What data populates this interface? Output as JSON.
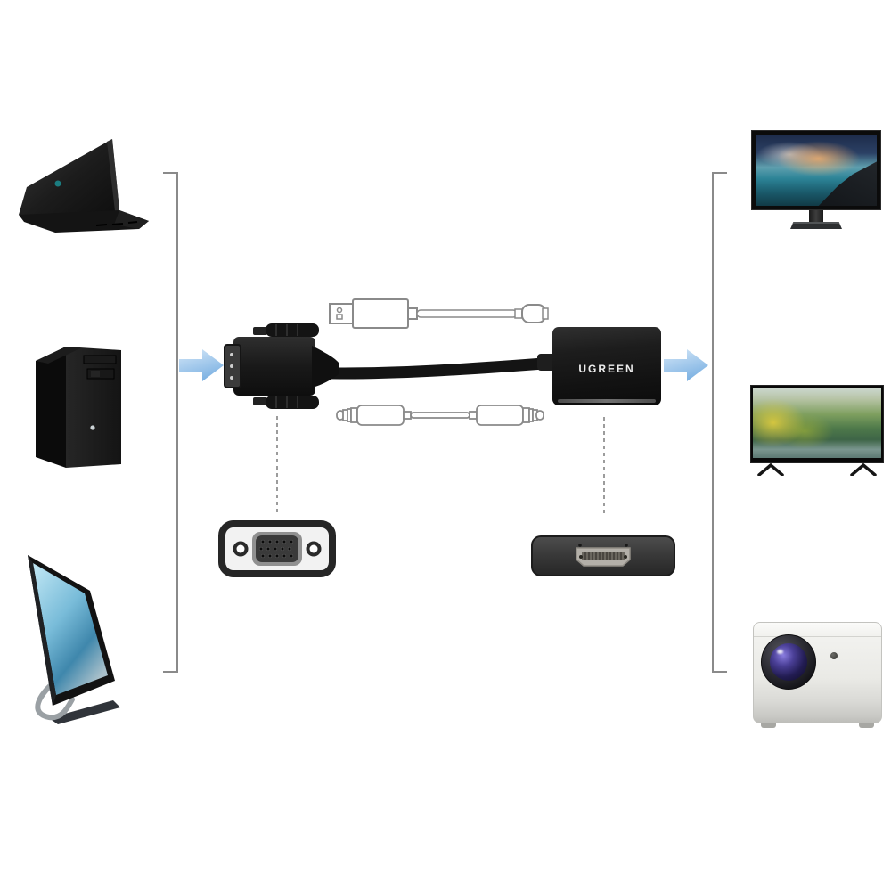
{
  "title": "UGREEN VGA to HDMI adapter cable connection diagram",
  "adapter": {
    "brand_label": "UGREEN"
  },
  "icons": {
    "sources": [
      "laptop-icon",
      "desktop-tower-icon",
      "all-in-one-pc-icon"
    ],
    "outputs": [
      "monitor-icon",
      "tv-icon",
      "projector-icon"
    ],
    "cables": [
      "vga-plug-icon",
      "usb-a-to-micro-usb-cable-icon",
      "aux-audio-cable-icon"
    ],
    "closeups": [
      "vga-connector-closeup-icon",
      "hdmi-connector-closeup-icon"
    ],
    "arrows": [
      "flow-arrow-left-icon",
      "flow-arrow-right-icon"
    ],
    "brackets": [
      "source-group-bracket",
      "output-group-bracket"
    ]
  },
  "colors": {
    "background": "#ffffff",
    "arrow_gradient_start": "#cfe4f7",
    "arrow_gradient_end": "#7fb3e3",
    "bracket_line": "#8a8a8a",
    "cable_outline": "#8a8a8a",
    "device_black": "#1a1a1a",
    "adapter_body": "#161616",
    "adapter_text": "#ededed"
  }
}
